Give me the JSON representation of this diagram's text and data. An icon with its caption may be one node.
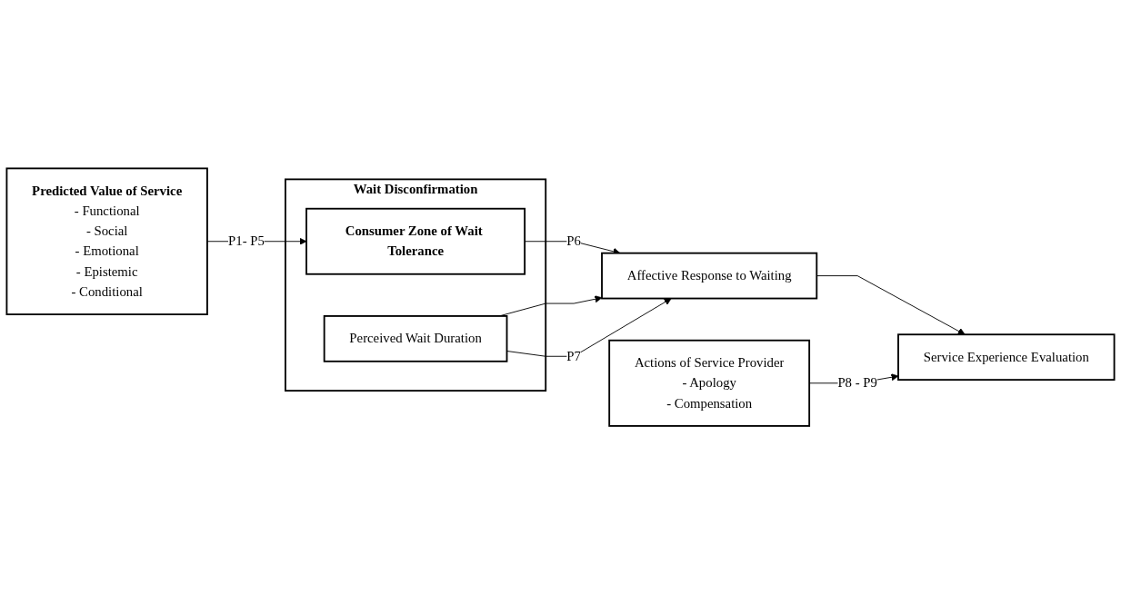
{
  "diagram": {
    "nodes": [
      {
        "text": [
          "Predicted Value of Service",
          "- Functional",
          "- Social",
          "- Emotional",
          "- Epistemic",
          "- Conditional"
        ]
      },
      {
        "text": [
          "Wait Disconfirmation"
        ]
      },
      {
        "text": [
          "Consumer Zone of Wait Tolerance"
        ],
        "in": 1
      },
      {
        "text": [
          "Perceived Wait Duration"
        ],
        "in": 1
      },
      {
        "text": [
          "Affective Response to Waiting"
        ]
      },
      {
        "text": [
          "Service Experience Evaluation"
        ]
      },
      {
        "text": [
          "Actions of Service Provider",
          "- Apology",
          "- Compensation"
        ]
      }
    ],
    "edges": [
      {
        "from": 0,
        "to": 2,
        "arrow": "to",
        "label": "P1- P5"
      },
      {
        "from": 2,
        "to": 4,
        "arrow": "to",
        "label": "P6"
      },
      {
        "from": 3,
        "to": 4,
        "arrow": "to"
      },
      {
        "from": 3,
        "to": 4,
        "arrow": "to",
        "label": "P7"
      },
      {
        "from": 4,
        "to": 5,
        "arrow": "to"
      },
      {
        "from": 6,
        "to": 5,
        "arrow": "to",
        "label": "P8 - P9"
      }
    ]
  }
}
